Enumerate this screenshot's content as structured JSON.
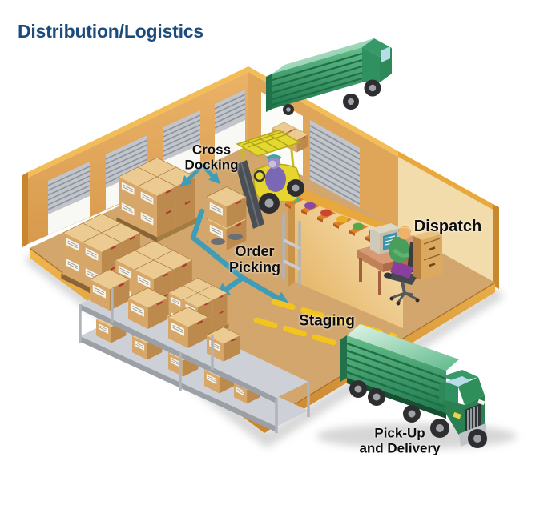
{
  "title": {
    "text": "Distribution/Logistics"
  },
  "labels": {
    "cross_docking": "Cross\nDocking",
    "order_picking": "Order\nPicking",
    "staging": "Staging",
    "dispatch": "Dispatch",
    "pickup_delivery": "Pick-Up\nand Delivery"
  },
  "scene": {
    "description": "Isometric warehouse illustration showing distribution and logistics flow",
    "areas": [
      {
        "name": "cross-docking",
        "label": "Cross Docking"
      },
      {
        "name": "order-picking",
        "label": "Order Picking"
      },
      {
        "name": "staging",
        "label": "Staging"
      },
      {
        "name": "dispatch",
        "label": "Dispatch"
      },
      {
        "name": "pick-up-and-delivery",
        "label": "Pick-Up and Delivery"
      }
    ],
    "objects": [
      "inbound-truck",
      "outbound-truck",
      "forklift",
      "forklift-operator",
      "pallet-box-stacks",
      "storage-rack",
      "picking-shelf-wall",
      "dispatch-desk",
      "computer",
      "office-worker",
      "dock-doors",
      "flow-arrows",
      "staging-lines"
    ]
  },
  "colors": {
    "title": "#1c4c7c",
    "label": "#0d0d0d",
    "arrow": "#3f9db8",
    "staging_line": "#f2c41d",
    "floor": "#d5a76c",
    "wall": "#e2aa5f",
    "wall_trim": "#edb14d",
    "dispatch_wall": "#f3dcab",
    "truck_green": "#2e9261",
    "box_tan": "#d6a768",
    "forklift_yellow": "#e6d52f",
    "background": "#ffffff"
  }
}
